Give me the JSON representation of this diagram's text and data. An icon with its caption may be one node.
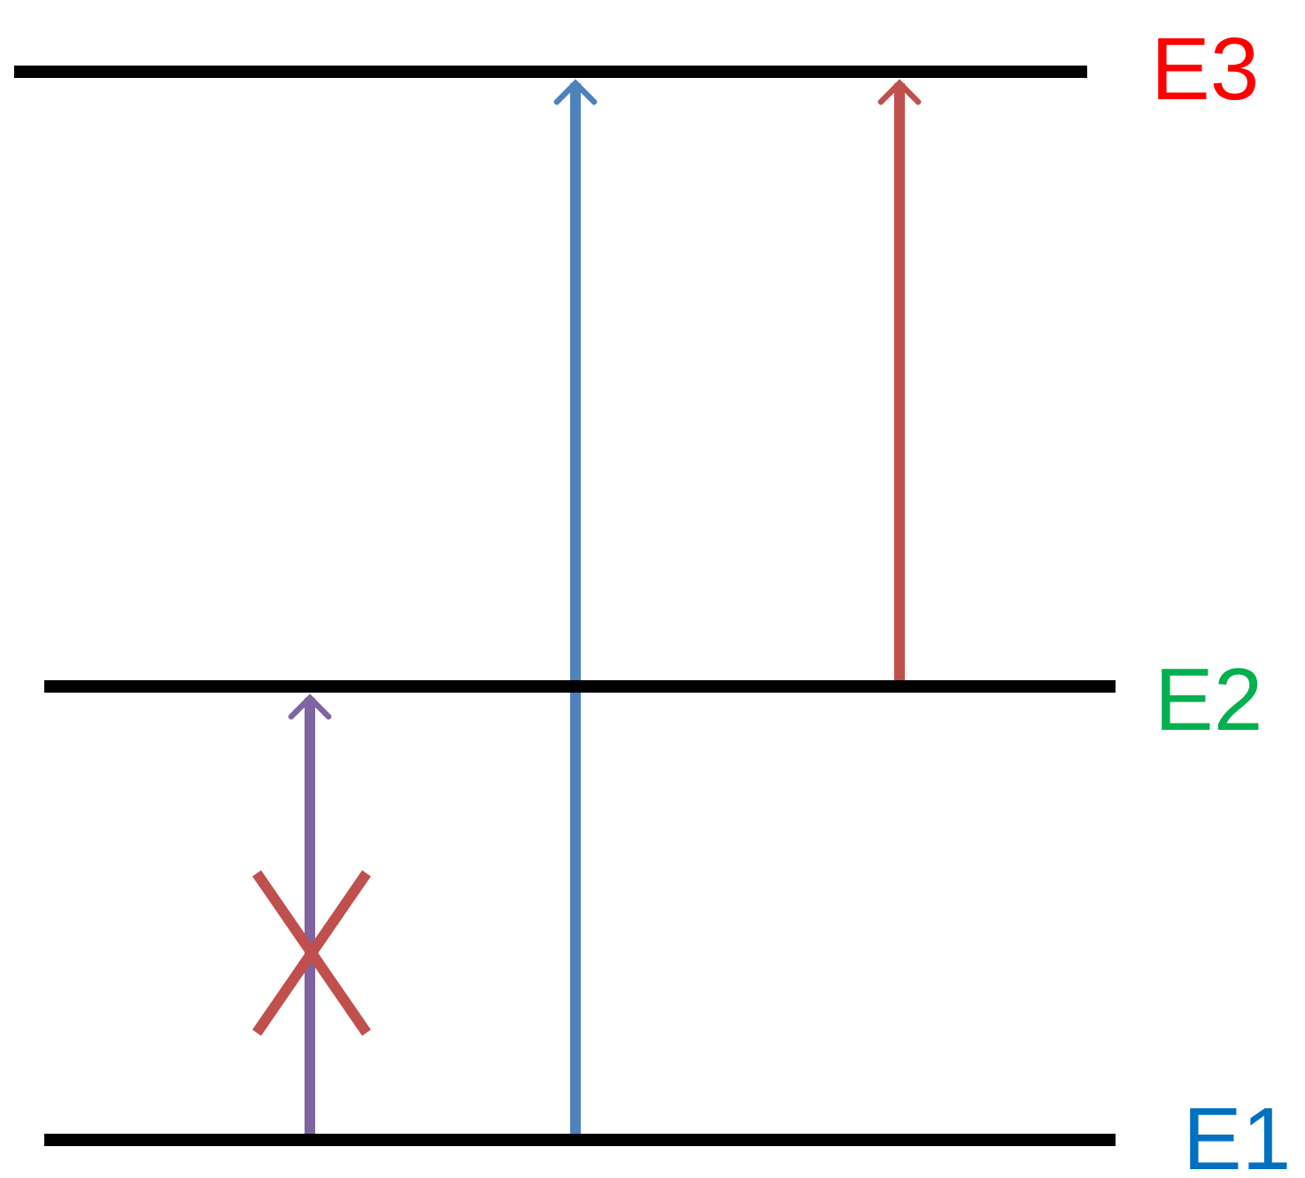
{
  "diagram": {
    "nodes": [
      {
        "text": [],
        "shape": "bar",
        "beside": [
          "E3"
        ]
      },
      {
        "text": [],
        "shape": "bar",
        "beside": [
          "E2"
        ]
      },
      {
        "text": [],
        "shape": "bar",
        "beside": [
          "E1"
        ]
      }
    ],
    "edges": [
      {
        "from": 2,
        "to": 1,
        "arrow": "to",
        "color": "#8064a2"
      },
      {
        "from": 2,
        "to": 0,
        "arrow": "to",
        "color": "#4f81bd"
      },
      {
        "from": 1,
        "to": 0,
        "arrow": "to",
        "color": "#c0504d"
      }
    ]
  }
}
